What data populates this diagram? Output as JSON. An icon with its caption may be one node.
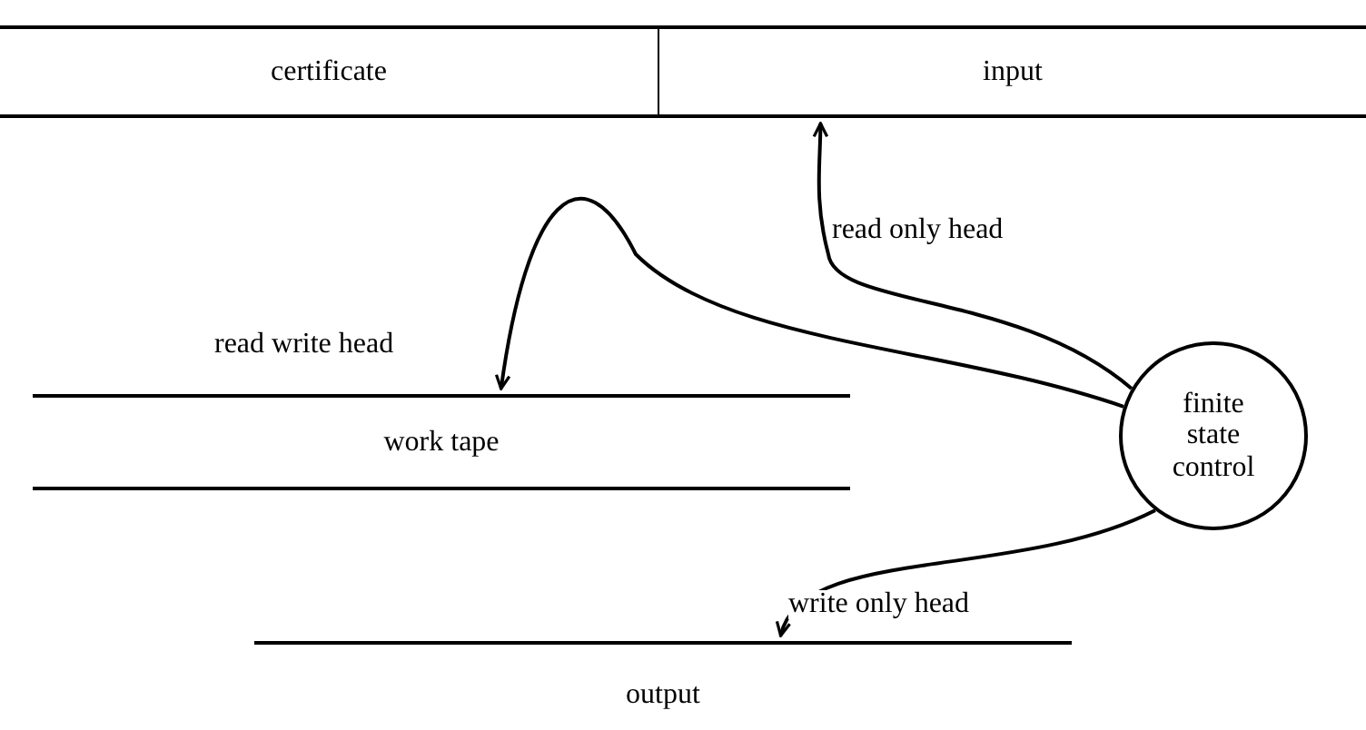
{
  "diagram": {
    "nodes": [
      {
        "text": [
          "certificate"
        ]
      },
      {
        "text": [
          "input"
        ]
      },
      {
        "text": [
          "work tape"
        ]
      },
      {
        "text": [
          "output"
        ]
      },
      {
        "text": [
          "finite state control"
        ]
      }
    ],
    "edges": [
      {
        "from": 4,
        "to": 1,
        "arrow": "to",
        "label": "read only head"
      },
      {
        "from": 4,
        "to": 2,
        "arrow": "to",
        "label": "read write head"
      },
      {
        "from": 4,
        "to": 3,
        "arrow": "to",
        "label": "write only head"
      }
    ]
  }
}
